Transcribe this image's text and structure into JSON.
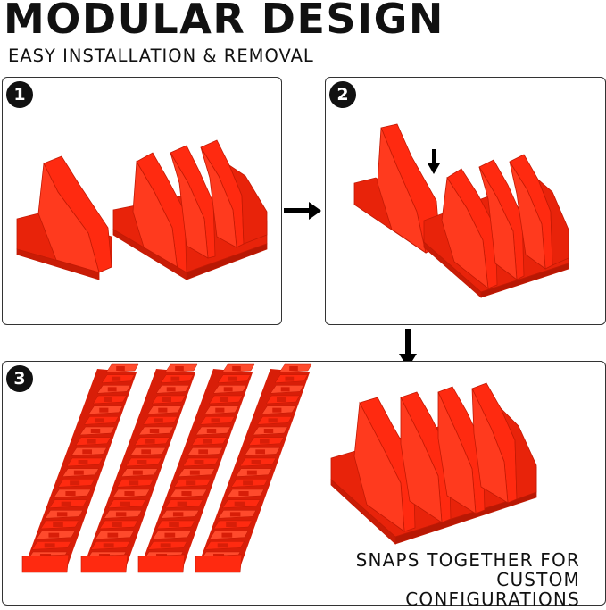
{
  "header": {
    "title": "MODULAR DESIGN",
    "subtitle": "EASY INSTALLATION & REMOVAL"
  },
  "steps": [
    {
      "number": "1"
    },
    {
      "number": "2"
    },
    {
      "number": "3"
    }
  ],
  "caption": {
    "line1": "SNAPS TOGETHER FOR CUSTOM",
    "line2": "CONFIGURATIONS"
  },
  "colors": {
    "product": "#ff2a10",
    "product_dark": "#d81e08",
    "product_light": "#ff4a2c",
    "border": "#333333",
    "text": "#111111"
  },
  "icons": [
    "arrow-right-icon",
    "arrow-down-icon",
    "arrow-down-small-icon"
  ]
}
